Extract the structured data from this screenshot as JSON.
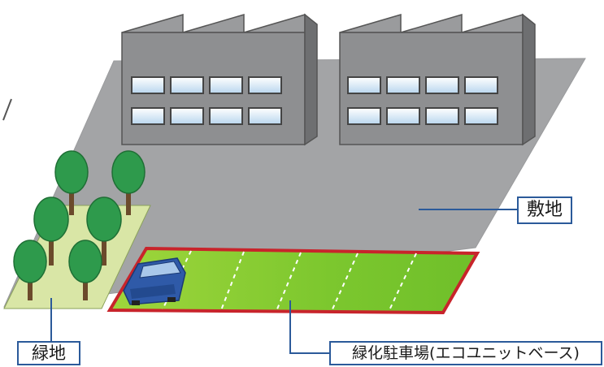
{
  "labels": {
    "site": "敷地",
    "green_area": "緑地",
    "green_parking": "緑化駐車場(エコユニットベース)"
  },
  "colors": {
    "ground": "#a3a4a6",
    "green_area": "#d9e6a6",
    "parking_green": "#7cc72e",
    "parking_border": "#c8242b",
    "tree_foliage": "#2e9a4c",
    "tree_trunk": "#6b4a2b",
    "factory_face": "#8e8f91",
    "factory_side": "#6e6f71",
    "window_glass": "#cfe3f2",
    "leader_line": "#2b5a9a",
    "car": "#2f5aa8"
  }
}
